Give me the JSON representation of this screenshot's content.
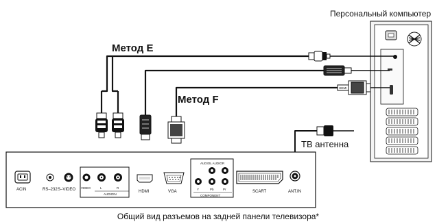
{
  "pc_label": "Персональный компьютер",
  "method_e": "Метод E",
  "method_f": "Метод F",
  "antenna_label": "ТВ антенна",
  "caption": "Общий вид разъемов на задней панели телевизора*",
  "panel": {
    "acin": "ACIN",
    "rs232": "RS–232",
    "svideo": "S–VIDEO",
    "video": "VIDEO",
    "l": "L",
    "r": "R",
    "audio_in": "AUDIOIN",
    "hdmi": "HDMI",
    "vga": "VGA",
    "audio_top": "AUDIOL AUDIOR",
    "y": "Y",
    "pb": "Pb",
    "pr": "Pr",
    "component": "COMPONENT",
    "scart": "SCART",
    "ant_in": "ANT.IN"
  },
  "cable_labels": {
    "hdmi_plug": "HDMI"
  },
  "colors": {
    "line": "#111111",
    "panel_fill": "#ffffff",
    "pc_fill": "#f2f2f2"
  }
}
